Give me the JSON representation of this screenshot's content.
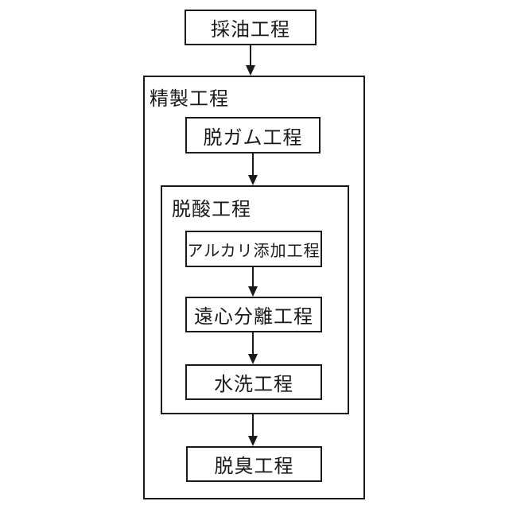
{
  "colors": {
    "stroke": "#1a1a1a",
    "background": "#ffffff",
    "text": "#1a1a1a"
  },
  "flowchart": {
    "nodes": {
      "oil_extraction": "採油工程",
      "degumming": "脱ガム工程",
      "alkali_addition": "アルカリ添加工程",
      "centrifugal_separation": "遠心分離工程",
      "water_washing": "水洗工程",
      "deodorization": "脱臭工程"
    },
    "containers": {
      "refining": "精製工程",
      "deacidification": "脱酸工程"
    },
    "edges": [
      {
        "from": "oil_extraction",
        "to": "refining"
      },
      {
        "from": "degumming",
        "to": "deacidification"
      },
      {
        "from": "alkali_addition",
        "to": "centrifugal_separation"
      },
      {
        "from": "centrifugal_separation",
        "to": "water_washing"
      },
      {
        "from": "deacidification",
        "to": "deodorization"
      }
    ]
  }
}
